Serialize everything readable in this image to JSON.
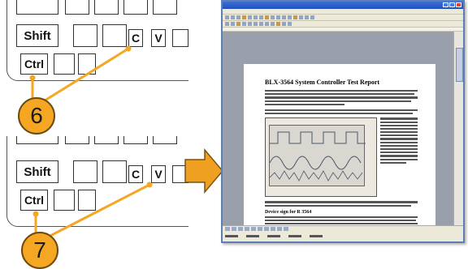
{
  "keyboard_top": {
    "shift_key": "Shift",
    "ctrl_key": "Ctrl",
    "c_key": "C",
    "v_key": "V",
    "step_number": "6"
  },
  "keyboard_bottom": {
    "shift_key": "Shift",
    "ctrl_key": "Ctrl",
    "c_key": "C",
    "v_key": "V",
    "step_number": "7"
  },
  "document": {
    "title": "BLX-3564 System Controller Test Report",
    "subtitle": "Device sign for R 3564"
  },
  "colors": {
    "badge_fill": "#f5a623",
    "arrow_fill": "#f0a020",
    "line_color": "#f5a623"
  },
  "icons": {
    "arrow": "right-arrow-icon"
  }
}
